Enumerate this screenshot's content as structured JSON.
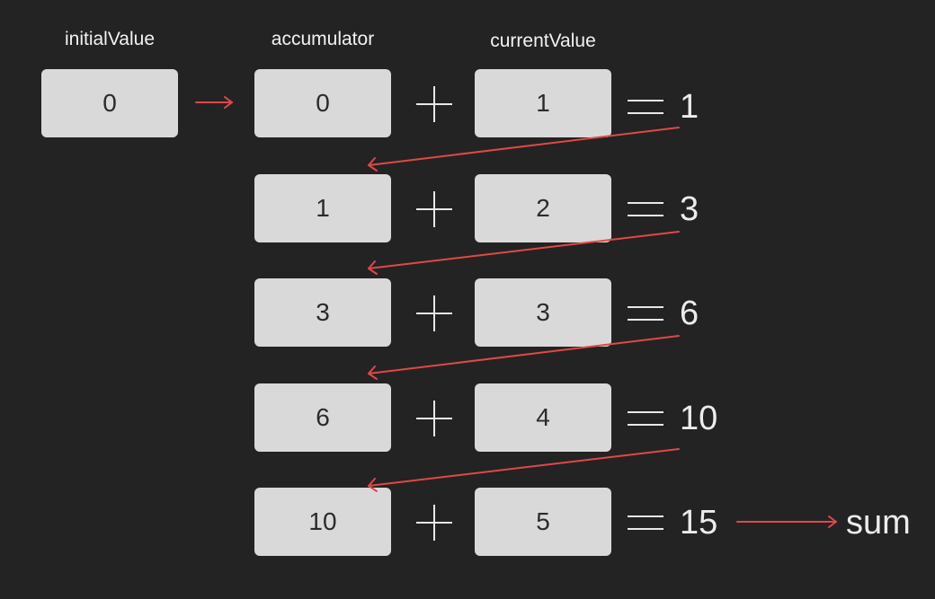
{
  "headers": {
    "initial": "initialValue",
    "accumulator": "accumulator",
    "current": "currentValue"
  },
  "initial_value": "0",
  "rows": [
    {
      "accumulator": "0",
      "current": "1",
      "result": "1"
    },
    {
      "accumulator": "1",
      "current": "2",
      "result": "3"
    },
    {
      "accumulator": "3",
      "current": "3",
      "result": "6"
    },
    {
      "accumulator": "6",
      "current": "4",
      "result": "10"
    },
    {
      "accumulator": "10",
      "current": "5",
      "result": "15"
    }
  ],
  "output_label": "sum",
  "colors": {
    "background": "#232323",
    "box": "#d9d9d9",
    "arrow": "#e04848",
    "text": "#f0f0f0"
  }
}
